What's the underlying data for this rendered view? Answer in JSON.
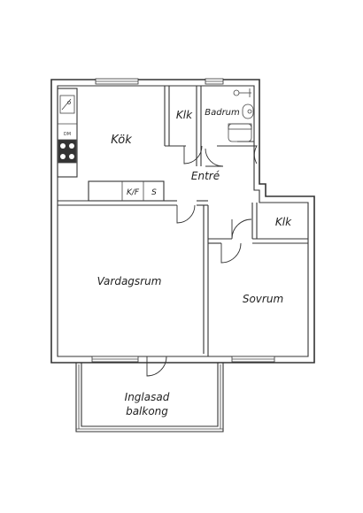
{
  "rooms": {
    "kitchen": "Kök",
    "closet_top": "Klk",
    "bathroom": "Badrum",
    "hall": "Entré",
    "closet_right": "Klk",
    "living": "Vardagsrum",
    "bedroom": "Sovrum",
    "balcony_line1": "Inglasad",
    "balcony_line2": "balkong"
  },
  "fixtures": {
    "kf": "K/F",
    "s": "S",
    "dm": "DM"
  },
  "colors": {
    "wall": "#333333",
    "background": "#ffffff"
  }
}
